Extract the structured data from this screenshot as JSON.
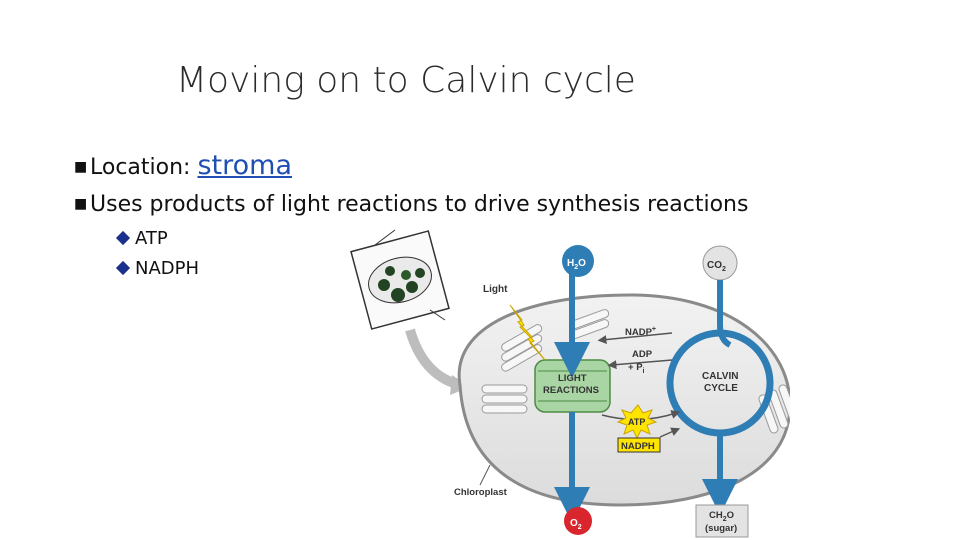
{
  "slide": {
    "title": "Moving on to Calvin cycle",
    "location_label": "Location: ",
    "location_value": "stroma",
    "uses_text": "Uses products of light reactions to drive synthesis reactions",
    "sub_items": [
      "ATP",
      "NADPH"
    ]
  },
  "diagram": {
    "h2o": "H",
    "h2o_sub": "2",
    "h2o_tail": "O",
    "co2": "CO",
    "co2_sub": "2",
    "light": "Light",
    "nadp": "NADP",
    "nadp_sup": "+",
    "adp": "ADP",
    "pi_prefix": "+ ",
    "pi": "P",
    "pi_sub": "i",
    "light_reactions_1": "LIGHT",
    "light_reactions_2": "REACTIONS",
    "calvin_1": "CALVIN",
    "calvin_2": "CYCLE",
    "atp": "ATP",
    "nadph": "NADPH",
    "chloroplast": "Chloroplast",
    "o2": "O",
    "o2_sub": "2",
    "ch2o_1": "CH",
    "ch2o_sub": "2",
    "ch2o_tail": "O",
    "sugar": "(sugar)",
    "colors": {
      "blue": "#2f7db5",
      "green": "#a9d4a3",
      "yellow": "#ffe400",
      "red": "#d9262e",
      "grey": "#e3e3e3"
    }
  }
}
